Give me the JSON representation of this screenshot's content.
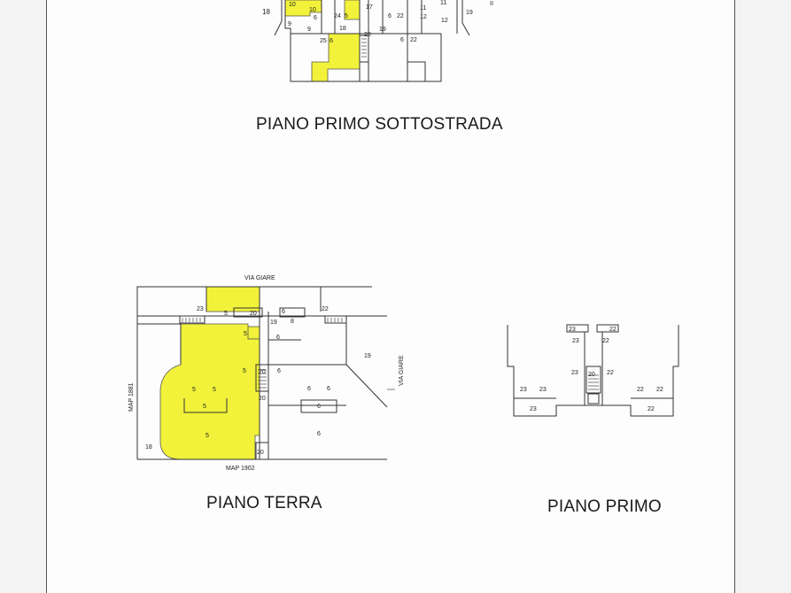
{
  "titles": {
    "piano_primo_sottostrada": "PIANO PRIMO SOTTOSTRADA",
    "piano_terra": "PIANO TERRA",
    "piano_primo": "PIANO PRIMO"
  },
  "street_labels": {
    "via_giare_top": "VIA GIARE",
    "via_giare_side": "VIA GIARE",
    "map_1881": "MAP 1881",
    "map_1902": "MAP 1902"
  },
  "colors": {
    "highlight": "#f2f23a",
    "lines": "#333333",
    "paper": "#fdfdfd"
  },
  "sottostrada_labels": {
    "l18": "18",
    "l10a": "10",
    "l10b": "10",
    "l9": "9",
    "l6a": "6",
    "l24": "24",
    "l5a": "5",
    "l17": "17",
    "l18b": "18",
    "l6b": "6",
    "l22a": "22",
    "l11a": "11",
    "l11b": "11",
    "l12a": "12",
    "l12b": "12",
    "l19a": "19",
    "l19b": "19",
    "l20": "20",
    "l25": "25",
    "l6c": "6",
    "l6d": "6",
    "l22b": "22",
    "l9b": "9",
    "lII": "II"
  },
  "terra_labels": {
    "l23": "23",
    "l5a": "5",
    "l20a": "20",
    "l6a": "6",
    "l22": "22",
    "l19a": "19",
    "l5b": "5",
    "l6b": "6",
    "l20b": "20",
    "l6c": "6",
    "l5c": "5",
    "l5d": "5",
    "l5e": "5",
    "l6d": "6",
    "l6e": "6",
    "l6f": "6",
    "l5f": "5",
    "l6g": "6",
    "l20c": "20",
    "l20d": "20",
    "l18": "18",
    "l19b": "19",
    "l5g": "5",
    "l8": "8"
  },
  "primo_labels": {
    "l23a": "23",
    "l22a": "22",
    "l23b": "23",
    "l22b": "22",
    "l23c": "23",
    "l20": "20",
    "l22c": "22",
    "l23d": "23",
    "l23e": "23",
    "l22d": "22",
    "l22e": "22",
    "l23f": "23",
    "l22f": "22"
  }
}
